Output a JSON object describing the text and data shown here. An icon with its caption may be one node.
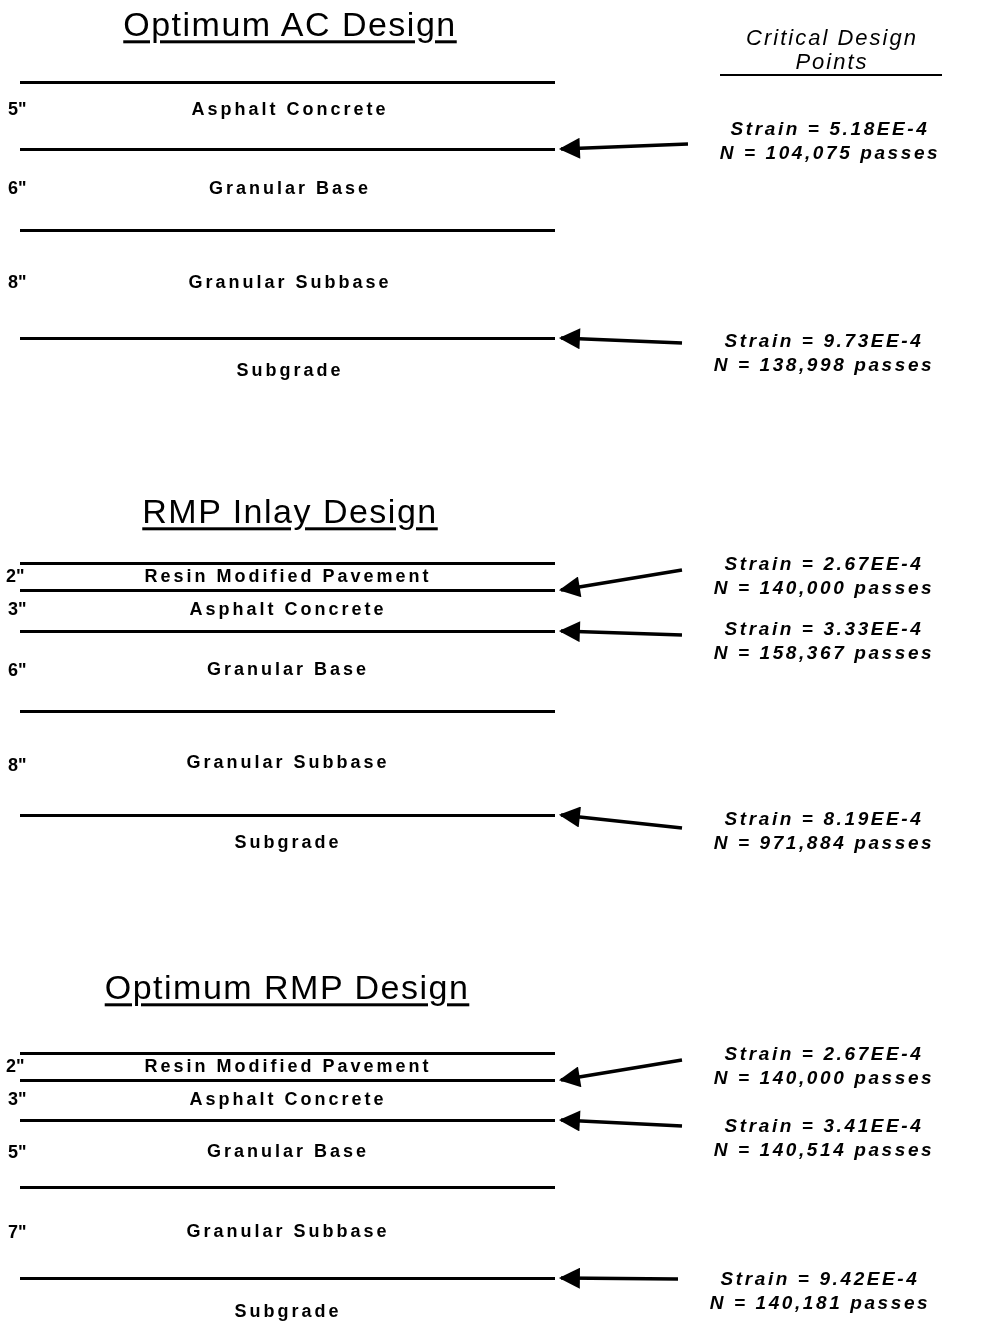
{
  "diagram": {
    "nodes": [
      {
        "text": [],
        "shape": "line"
      },
      {
        "text": [],
        "shape": "line"
      },
      {
        "text": [],
        "shape": "line"
      },
      {
        "text": [],
        "shape": "line"
      },
      {
        "text": [
          "Strain = 5.18EE-4",
          "N = 104,075 passes"
        ]
      },
      {
        "text": [
          "Strain = 9.73EE-4",
          "N = 138,998 passes"
        ]
      },
      {
        "text": [],
        "shape": "line"
      },
      {
        "text": [],
        "shape": "line"
      },
      {
        "text": [],
        "shape": "line"
      },
      {
        "text": [],
        "shape": "line"
      },
      {
        "text": [],
        "shape": "line"
      },
      {
        "text": [
          "Strain = 2.67EE-4",
          "N = 140,000 passes"
        ]
      },
      {
        "text": [
          "Strain = 3.33EE-4",
          "N = 158,367 passes"
        ]
      },
      {
        "text": [
          "Strain = 8.19EE-4",
          "N = 971,884 passes"
        ]
      },
      {
        "text": [],
        "shape": "line"
      },
      {
        "text": [],
        "shape": "line"
      },
      {
        "text": [],
        "shape": "line"
      },
      {
        "text": [],
        "shape": "line"
      },
      {
        "text": [],
        "shape": "line"
      },
      {
        "text": [
          "Strain = 2.67EE-4",
          "N = 140,000 passes"
        ]
      },
      {
        "text": [
          "Strain = 3.41EE-4",
          "N = 140,514 passes"
        ]
      },
      {
        "text": [
          "Strain = 9.42EE-4",
          "N = 140,181 passes"
        ]
      }
    ],
    "edges": [
      {
        "from": 4,
        "to": 1,
        "arrow": "to"
      },
      {
        "from": 5,
        "to": 3,
        "arrow": "to"
      },
      {
        "from": 11,
        "to": 7,
        "arrow": "to"
      },
      {
        "from": 12,
        "to": 8,
        "arrow": "to"
      },
      {
        "from": 13,
        "to": 10,
        "arrow": "to"
      },
      {
        "from": 19,
        "to": 15,
        "arrow": "to"
      },
      {
        "from": 20,
        "to": 16,
        "arrow": "to"
      },
      {
        "from": 21,
        "to": 18,
        "arrow": "to"
      }
    ],
    "labels": [
      "Optimum AC Design",
      "Critical Design Points",
      "5\"",
      "Asphalt Concrete",
      "6\"",
      "Granular Base",
      "8\"",
      "Granular Subbase",
      "Subgrade",
      "RMP Inlay Design",
      "2\"",
      "Resin Modified Pavement",
      "3\"",
      "Asphalt Concrete",
      "6\"",
      "Granular Base",
      "8\"",
      "Granular Subbase",
      "Subgrade",
      "Optimum RMP Design",
      "2\"",
      "Resin Modified Pavement",
      "3\"",
      "Asphalt Concrete",
      "5\"",
      "Granular Base",
      "7\"",
      "Granular Subbase",
      "Subgrade"
    ]
  }
}
